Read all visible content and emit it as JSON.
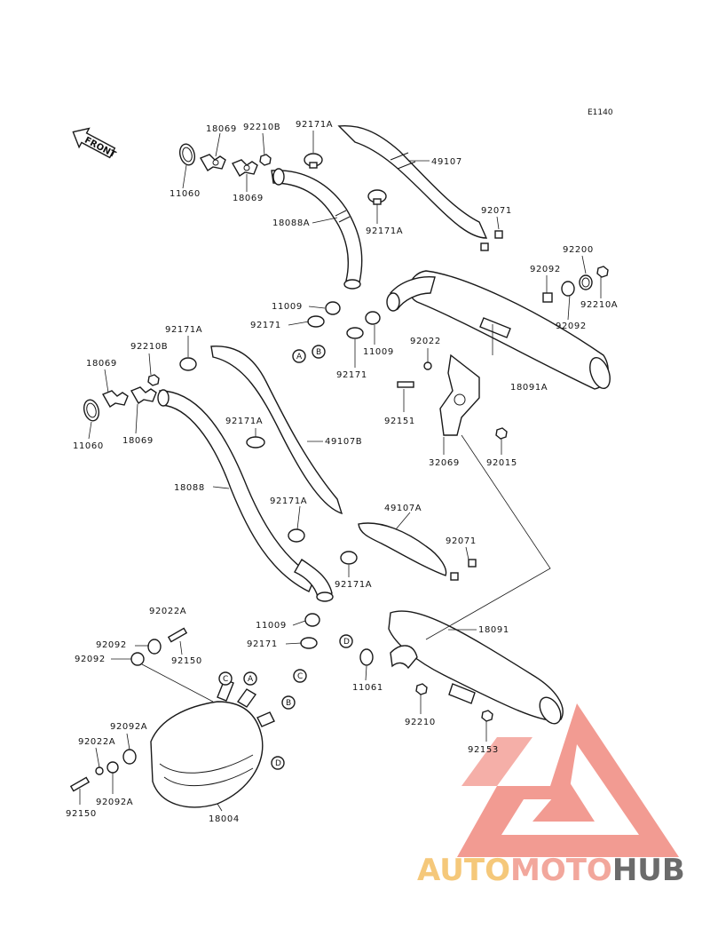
{
  "diagram_code": "E1140",
  "front_label": "FRONT",
  "labels": {
    "p18069_a": "18069",
    "p92210B_a": "92210B",
    "p92171A_a": "92171A",
    "p11060_a": "11060",
    "p18069_b": "18069",
    "p18088A": "18088A",
    "p92171A_b": "92171A",
    "p49107": "49107",
    "p92071_a": "92071",
    "p92200": "92200",
    "p92092_a": "92092",
    "p92210A": "92210A",
    "p92092_b": "92092",
    "p11009_a": "11009",
    "p92171_a": "92171",
    "p11009_b": "11009",
    "p92171_b": "92171",
    "p92022": "92022",
    "p18091A": "18091A",
    "p92151": "92151",
    "p32069": "32069",
    "p92015": "92015",
    "p92171A_c": "92171A",
    "p92210B_b": "92210B",
    "p18069_c": "18069",
    "p11060_b": "11060",
    "p18069_d": "18069",
    "p92171A_d": "92171A",
    "p49107B": "49107B",
    "p18088": "18088",
    "p92171A_e": "92171A",
    "p49107A": "49107A",
    "p92071_b": "92071",
    "p92171A_f": "92171A",
    "p92022A_a": "92022A",
    "p11009_c": "11009",
    "p92092_c": "92092",
    "p92171_c": "92171",
    "p92092_d": "92092",
    "p92150_a": "92150",
    "p18091": "18091",
    "p11061": "11061",
    "p92210": "92210",
    "p92092A_a": "92092A",
    "p92022A_b": "92022A",
    "p92153": "92153",
    "p92092A_b": "92092A",
    "p92150_b": "92150",
    "p18004": "18004"
  },
  "callouts": {
    "A_top": "A",
    "B_top": "B",
    "C_mid": "C",
    "D_mid": "D",
    "C_box": "C",
    "A_box": "A",
    "B_box": "B",
    "D_box": "D"
  },
  "watermark": {
    "part1": "AUTO",
    "part2": "MOTO",
    "part3": "HUB",
    "colors": {
      "auto": "#f5c87a",
      "moto": "#f2a79c",
      "hub": "#6b6b6b",
      "triangle": "#f08a80"
    }
  }
}
